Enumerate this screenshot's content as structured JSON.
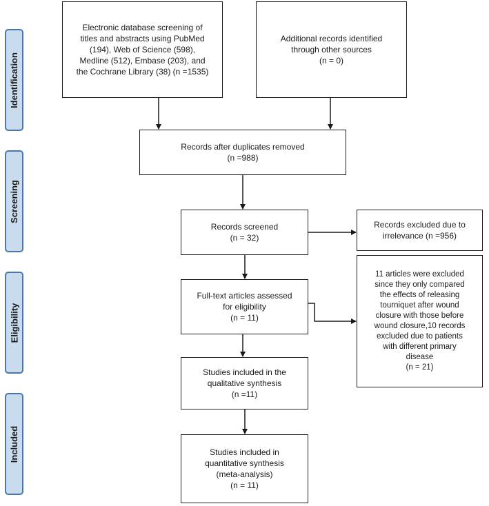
{
  "phases": {
    "identification": "Identification",
    "screening": "Screening",
    "eligibility": "Eligibility",
    "included": "Included"
  },
  "boxes": {
    "database_search": {
      "lines": [
        "Electronic database screening of",
        "titles and abstracts using PubMed",
        "(194), Web of Science (598),",
        "Medline (512), Embase (203), and",
        "the Cochrane Library (38) (n =1535)"
      ]
    },
    "other_sources": {
      "lines": [
        "Additional records identified",
        "through other sources",
        "(n = 0)"
      ]
    },
    "duplicates_removed": {
      "lines": [
        "Records after duplicates removed",
        "(n =988)"
      ]
    },
    "screened": {
      "lines": [
        "Records screened",
        "(n = 32)"
      ]
    },
    "excluded_irrelevance": {
      "lines": [
        "Records excluded due to",
        "irrelevance (n =956)"
      ]
    },
    "full_text": {
      "lines": [
        "Full-text articles assessed",
        "for eligibility",
        "(n = 11)"
      ]
    },
    "excluded_fulltext": {
      "lines": [
        "11 articles were excluded",
        "since they only compared",
        "the effects of releasing",
        "tourniquet after wound",
        "closure with those before",
        "wound closure,10 records",
        "excluded due to patients",
        "with different primary",
        "disease",
        "(n = 21)"
      ]
    },
    "qualitative": {
      "lines": [
        "Studies included in the",
        "qualitative synthesis",
        "(n =11)"
      ]
    },
    "quantitative": {
      "lines": [
        "Studies included in",
        "quantitative synthesis",
        "(meta-analysis)",
        "(n = 11)"
      ]
    }
  }
}
